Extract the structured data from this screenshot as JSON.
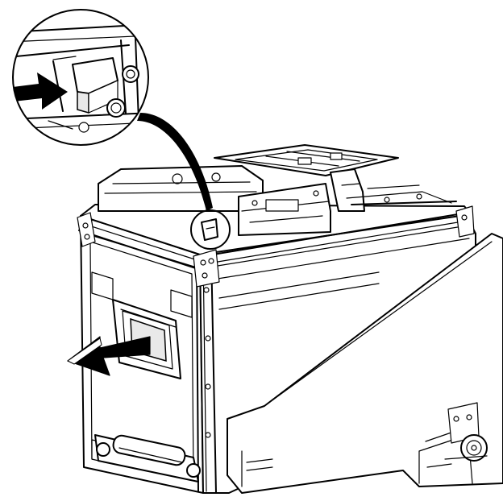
{
  "diagram": {
    "colors": {
      "line": "#000000",
      "background": "#ffffff",
      "shade": "#e9e9e9"
    },
    "parts": [
      "detail-magnifier",
      "latch-mechanism",
      "latch-press-arrow",
      "pointer-callout",
      "equipment-case",
      "top-mounted-equipment",
      "corner-latch-location",
      "side-handle",
      "pull-direction-arrow",
      "bottom-handle",
      "side-panel",
      "caster-wheel"
    ]
  }
}
